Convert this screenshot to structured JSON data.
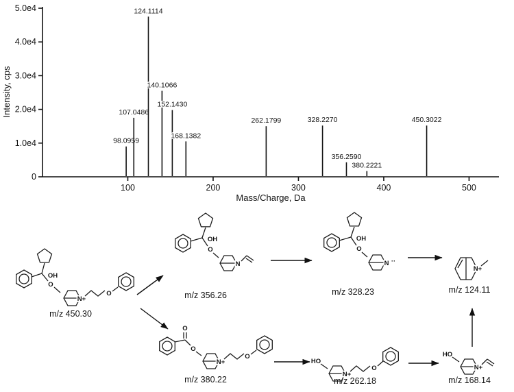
{
  "chart_data": {
    "type": "bar",
    "title": "",
    "xlabel": "Mass/Charge, Da",
    "ylabel": "Intensity, cps",
    "xlim": [
      0,
      535
    ],
    "ylim": [
      0,
      50000
    ],
    "xticks": [
      100,
      200,
      300,
      400,
      500
    ],
    "yticks": [
      0,
      10000,
      20000,
      30000,
      40000,
      50000
    ],
    "ytick_labels": [
      "0",
      "1.0e4",
      "2.0e4",
      "3.0e4",
      "4.0e4",
      "5.0e4"
    ],
    "grid": false,
    "legend": false,
    "peaks": [
      {
        "mz": 98.0959,
        "intensity": 9000,
        "label": "98.0959"
      },
      {
        "mz": 107.0486,
        "intensity": 17500,
        "label": "107.0486"
      },
      {
        "mz": 124.1114,
        "intensity": 47500,
        "label": "124.1114"
      },
      {
        "mz": 140.1066,
        "intensity": 25500,
        "label": "140.1066"
      },
      {
        "mz": 152.143,
        "intensity": 19800,
        "label": "152.1430"
      },
      {
        "mz": 168.1382,
        "intensity": 10500,
        "label": "168.1382"
      },
      {
        "mz": 262.1799,
        "intensity": 15000,
        "label": "262.1799"
      },
      {
        "mz": 328.227,
        "intensity": 15200,
        "label": "328.2270"
      },
      {
        "mz": 356.259,
        "intensity": 4300,
        "label": "356.2590"
      },
      {
        "mz": 380.2221,
        "intensity": 1700,
        "label": "380.2221"
      },
      {
        "mz": 450.3022,
        "intensity": 15200,
        "label": "450.3022"
      }
    ]
  },
  "pathway": {
    "structures": {
      "s450": {
        "label": "m/z 450.30",
        "atoms": {
          "oh": "OH",
          "ether_o": "O",
          "n": "N+",
          "aryl_o": "O"
        }
      },
      "s356": {
        "label": "m/z 356.26",
        "atoms": {
          "oh": "OH",
          "ether_o": "O",
          "n": "N"
        }
      },
      "s328": {
        "label": "m/z 328.23",
        "atoms": {
          "oh": "OH",
          "ether_o": "O",
          "n": "N",
          "lone_pair": "··"
        }
      },
      "s124": {
        "label": "m/z 124.11",
        "atoms": {
          "n": "N+"
        }
      },
      "s380": {
        "label": "m/z 380.22",
        "atoms": {
          "carbonyl_o": "O",
          "ester_o": "O",
          "n": "N+",
          "aryl_o": "O"
        }
      },
      "s262": {
        "label": "m/z 262.18",
        "atoms": {
          "ho": "HO",
          "n": "N+",
          "aryl_o": "O"
        }
      },
      "s168": {
        "label": "m/z 168.14",
        "atoms": {
          "ho": "HO",
          "n": "N+"
        }
      }
    }
  }
}
